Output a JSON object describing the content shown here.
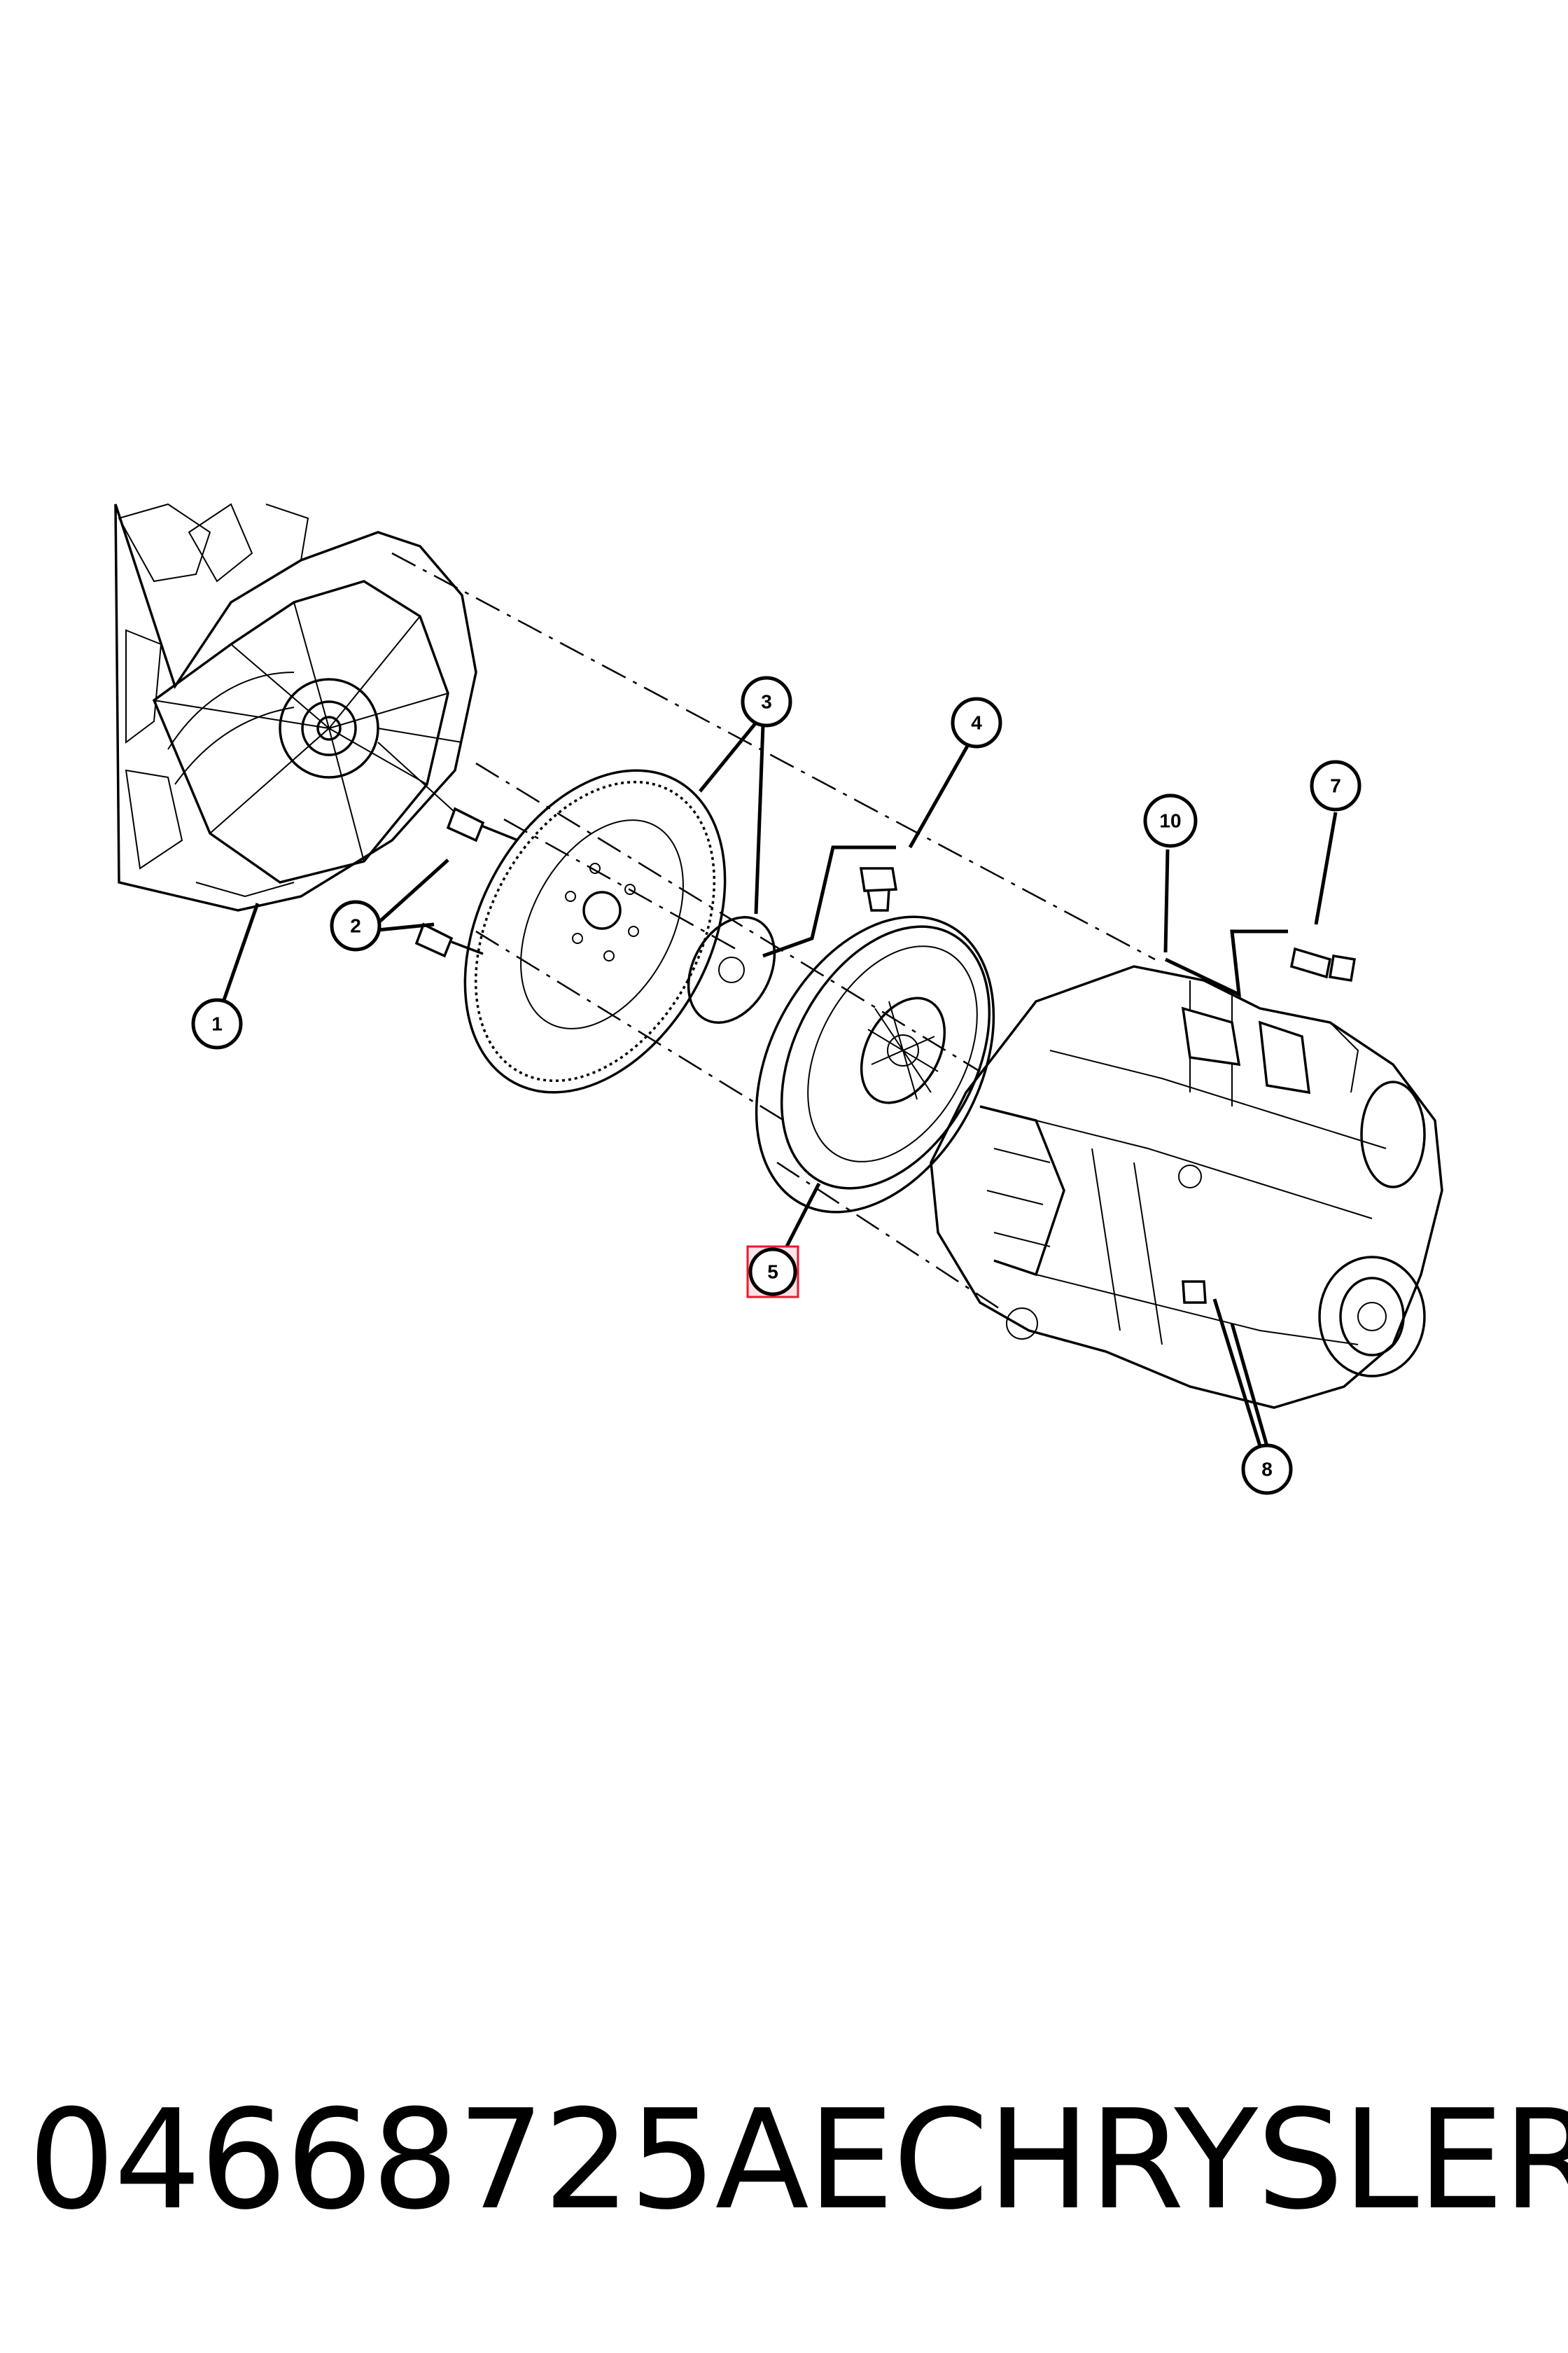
{
  "diagram": {
    "callouts": [
      {
        "id": "1",
        "label": "1"
      },
      {
        "id": "2",
        "label": "2"
      },
      {
        "id": "3",
        "label": "3"
      },
      {
        "id": "4",
        "label": "4"
      },
      {
        "id": "5",
        "label": "5",
        "highlighted": true
      },
      {
        "id": "7",
        "label": "7"
      },
      {
        "id": "8",
        "label": "8"
      },
      {
        "id": "10",
        "label": "10"
      }
    ],
    "highlight_color": "#e8192c",
    "highlight_fill": "#fbe3e6"
  },
  "caption": {
    "part_number": "04668725AE",
    "brand": "CHRYSLER"
  }
}
